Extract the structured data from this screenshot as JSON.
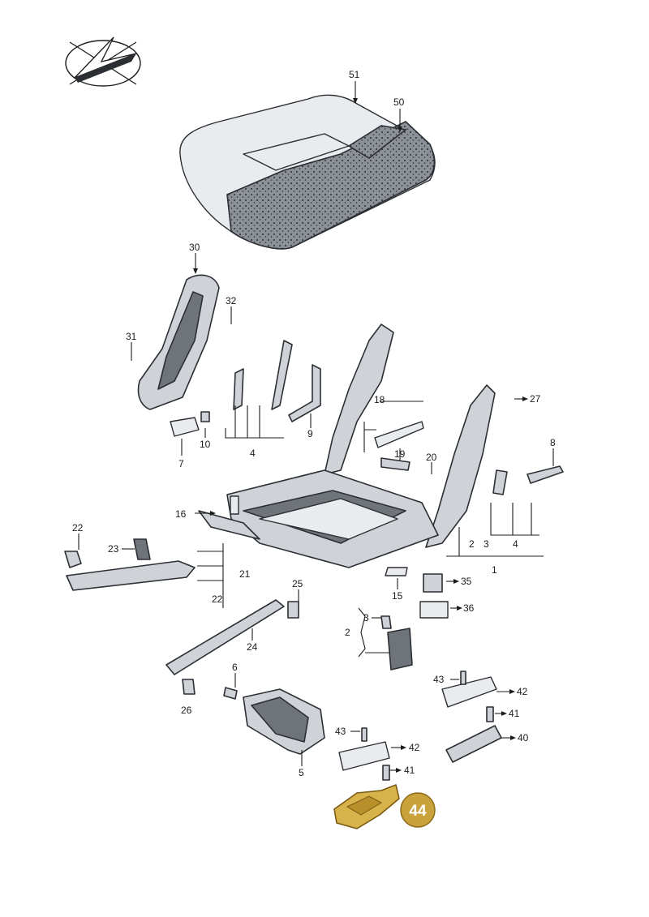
{
  "labels": {
    "p51": "51",
    "p50": "50",
    "p30": "30",
    "p32": "32",
    "p31": "31",
    "p10": "10",
    "p7": "7",
    "p4a": "4",
    "p9": "9",
    "p18": "18",
    "p19": "19",
    "p20": "20",
    "p27": "27",
    "p8": "8",
    "p2a": "2",
    "p3a": "3",
    "p4b": "4",
    "p1": "1",
    "p16": "16",
    "p22a": "22",
    "p23": "23",
    "p21": "21",
    "p22b": "22",
    "p15": "15",
    "p35": "35",
    "p36": "36",
    "p25": "25",
    "p24": "24",
    "p3b": "3",
    "p2b": "2",
    "p6": "6",
    "p26": "26",
    "p5": "5",
    "p43a": "43",
    "p42a": "42",
    "p41a": "41",
    "p40": "40",
    "p43b": "43",
    "p42b": "42",
    "p41b": "41"
  },
  "highlight": {
    "label": "44",
    "color": "#c9a23c"
  },
  "logo_icon": "paper-plane-logo-icon"
}
